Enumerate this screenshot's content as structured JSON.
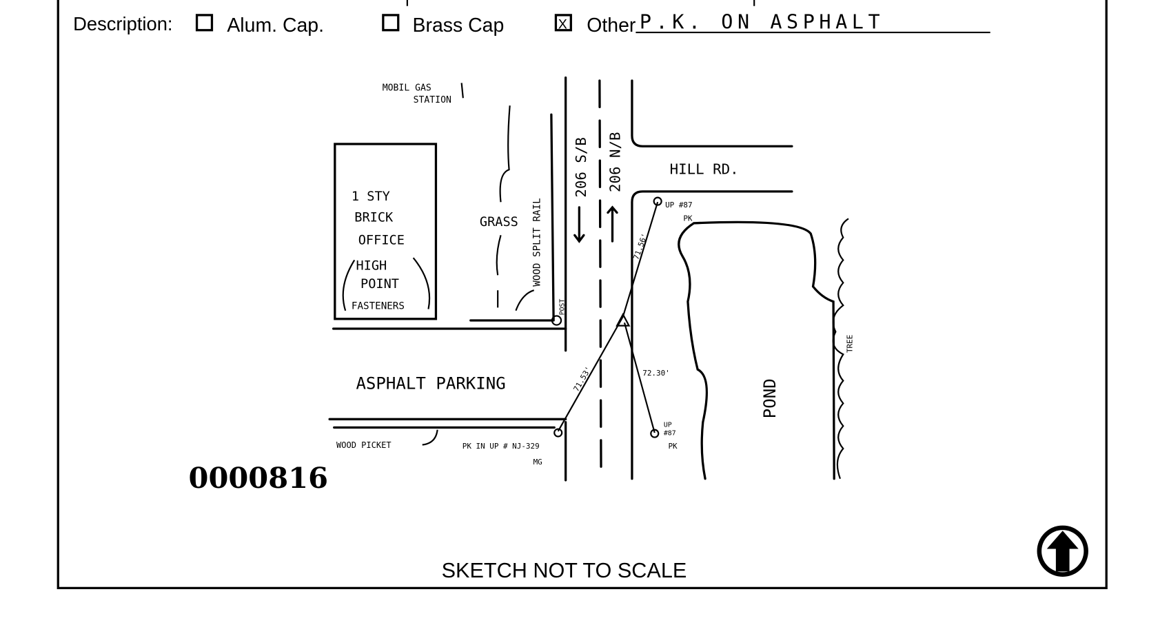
{
  "form": {
    "description_label": "Description:",
    "options": [
      {
        "label": "Alum. Cap.",
        "checked": false
      },
      {
        "label": "Brass Cap",
        "checked": false
      },
      {
        "label": "Other",
        "checked": true
      }
    ],
    "other_value": "P.K. ON ASPHALT",
    "checkbox_mark": "X"
  },
  "sketch": {
    "mobil": [
      "MOBIL GAS",
      "STATION"
    ],
    "building": [
      "1 STY",
      "BRICK",
      "OFFICE"
    ],
    "business": [
      "HIGH",
      "POINT",
      "FASTENERS"
    ],
    "grass": "GRASS",
    "fence": "WOOD SPLIT RAIL",
    "road_sb": "206 S/B",
    "road_nb": "206 N/B",
    "hill_rd": "HILL RD.",
    "up_top": [
      "UP #87",
      "PK"
    ],
    "dist_top": "71.56'",
    "asphalt": "ASPHALT PARKING",
    "dist_left": "71.53'",
    "dist_right": "72.30'",
    "up_bottom": [
      "UP",
      "#87",
      "PK"
    ],
    "picket": "WOOD PICKET",
    "pk_note": [
      "PK IN UP # NJ-329",
      "MG"
    ],
    "pond": "POND",
    "tree": "TREE",
    "post": "POST"
  },
  "stamp_number": "0000816",
  "footer_note": "SKETCH NOT TO SCALE",
  "north_arrow": "north-arrow-icon"
}
